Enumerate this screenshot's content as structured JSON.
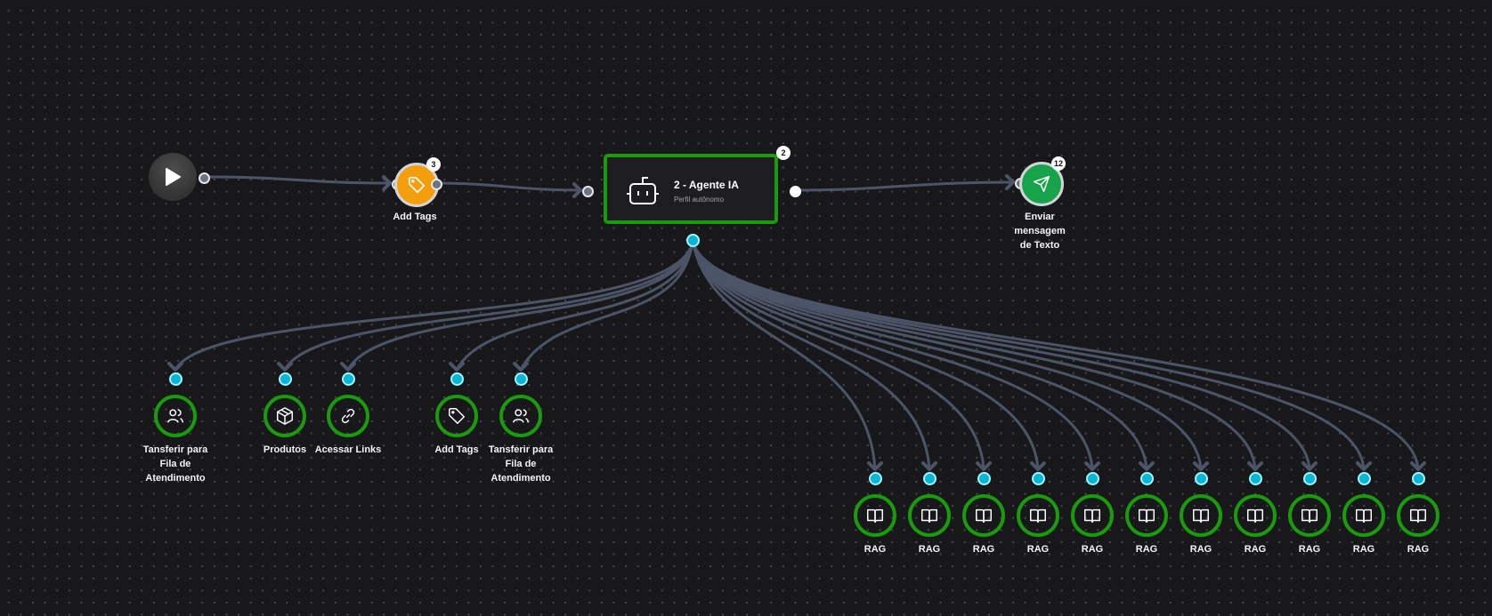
{
  "canvas": {
    "background": "#18181b",
    "edge_color": "#4b5567",
    "accent_green": "#1a9a0d",
    "handle_cyan": "#06b6d4"
  },
  "start_node": {
    "icon": "play-icon"
  },
  "add_tags_node": {
    "label": "Add Tags",
    "badge": "3",
    "icon": "tag-icon",
    "color": "#f59e0b"
  },
  "agent_node": {
    "title": "2 - Agente IA",
    "subtitle": "Perfil autônomo",
    "badge": "2",
    "icon": "robot-icon"
  },
  "send_node": {
    "label_lines": [
      "Enviar",
      "mensagem",
      "de Texto"
    ],
    "badge": "12",
    "icon": "send-icon",
    "color": "#16a34a"
  },
  "tools": [
    {
      "label_lines": [
        "Tansferir para",
        "Fila de",
        "Atendimento"
      ],
      "icon": "users-icon"
    },
    {
      "label_lines": [
        "Produtos"
      ],
      "icon": "box-icon"
    },
    {
      "label_lines": [
        "Acessar Links"
      ],
      "icon": "link-icon"
    },
    {
      "label_lines": [
        "Add Tags"
      ],
      "icon": "tag-icon"
    },
    {
      "label_lines": [
        "Tansferir para",
        "Fila de",
        "Atendimento"
      ],
      "icon": "users-icon"
    }
  ],
  "rag_nodes": [
    {
      "label": "RAG",
      "icon": "book-icon"
    },
    {
      "label": "RAG",
      "icon": "book-icon"
    },
    {
      "label": "RAG",
      "icon": "book-icon"
    },
    {
      "label": "RAG",
      "icon": "book-icon"
    },
    {
      "label": "RAG",
      "icon": "book-icon"
    },
    {
      "label": "RAG",
      "icon": "book-icon"
    },
    {
      "label": "RAG",
      "icon": "book-icon"
    },
    {
      "label": "RAG",
      "icon": "book-icon"
    },
    {
      "label": "RAG",
      "icon": "book-icon"
    },
    {
      "label": "RAG",
      "icon": "book-icon"
    },
    {
      "label": "RAG",
      "icon": "book-icon"
    }
  ]
}
